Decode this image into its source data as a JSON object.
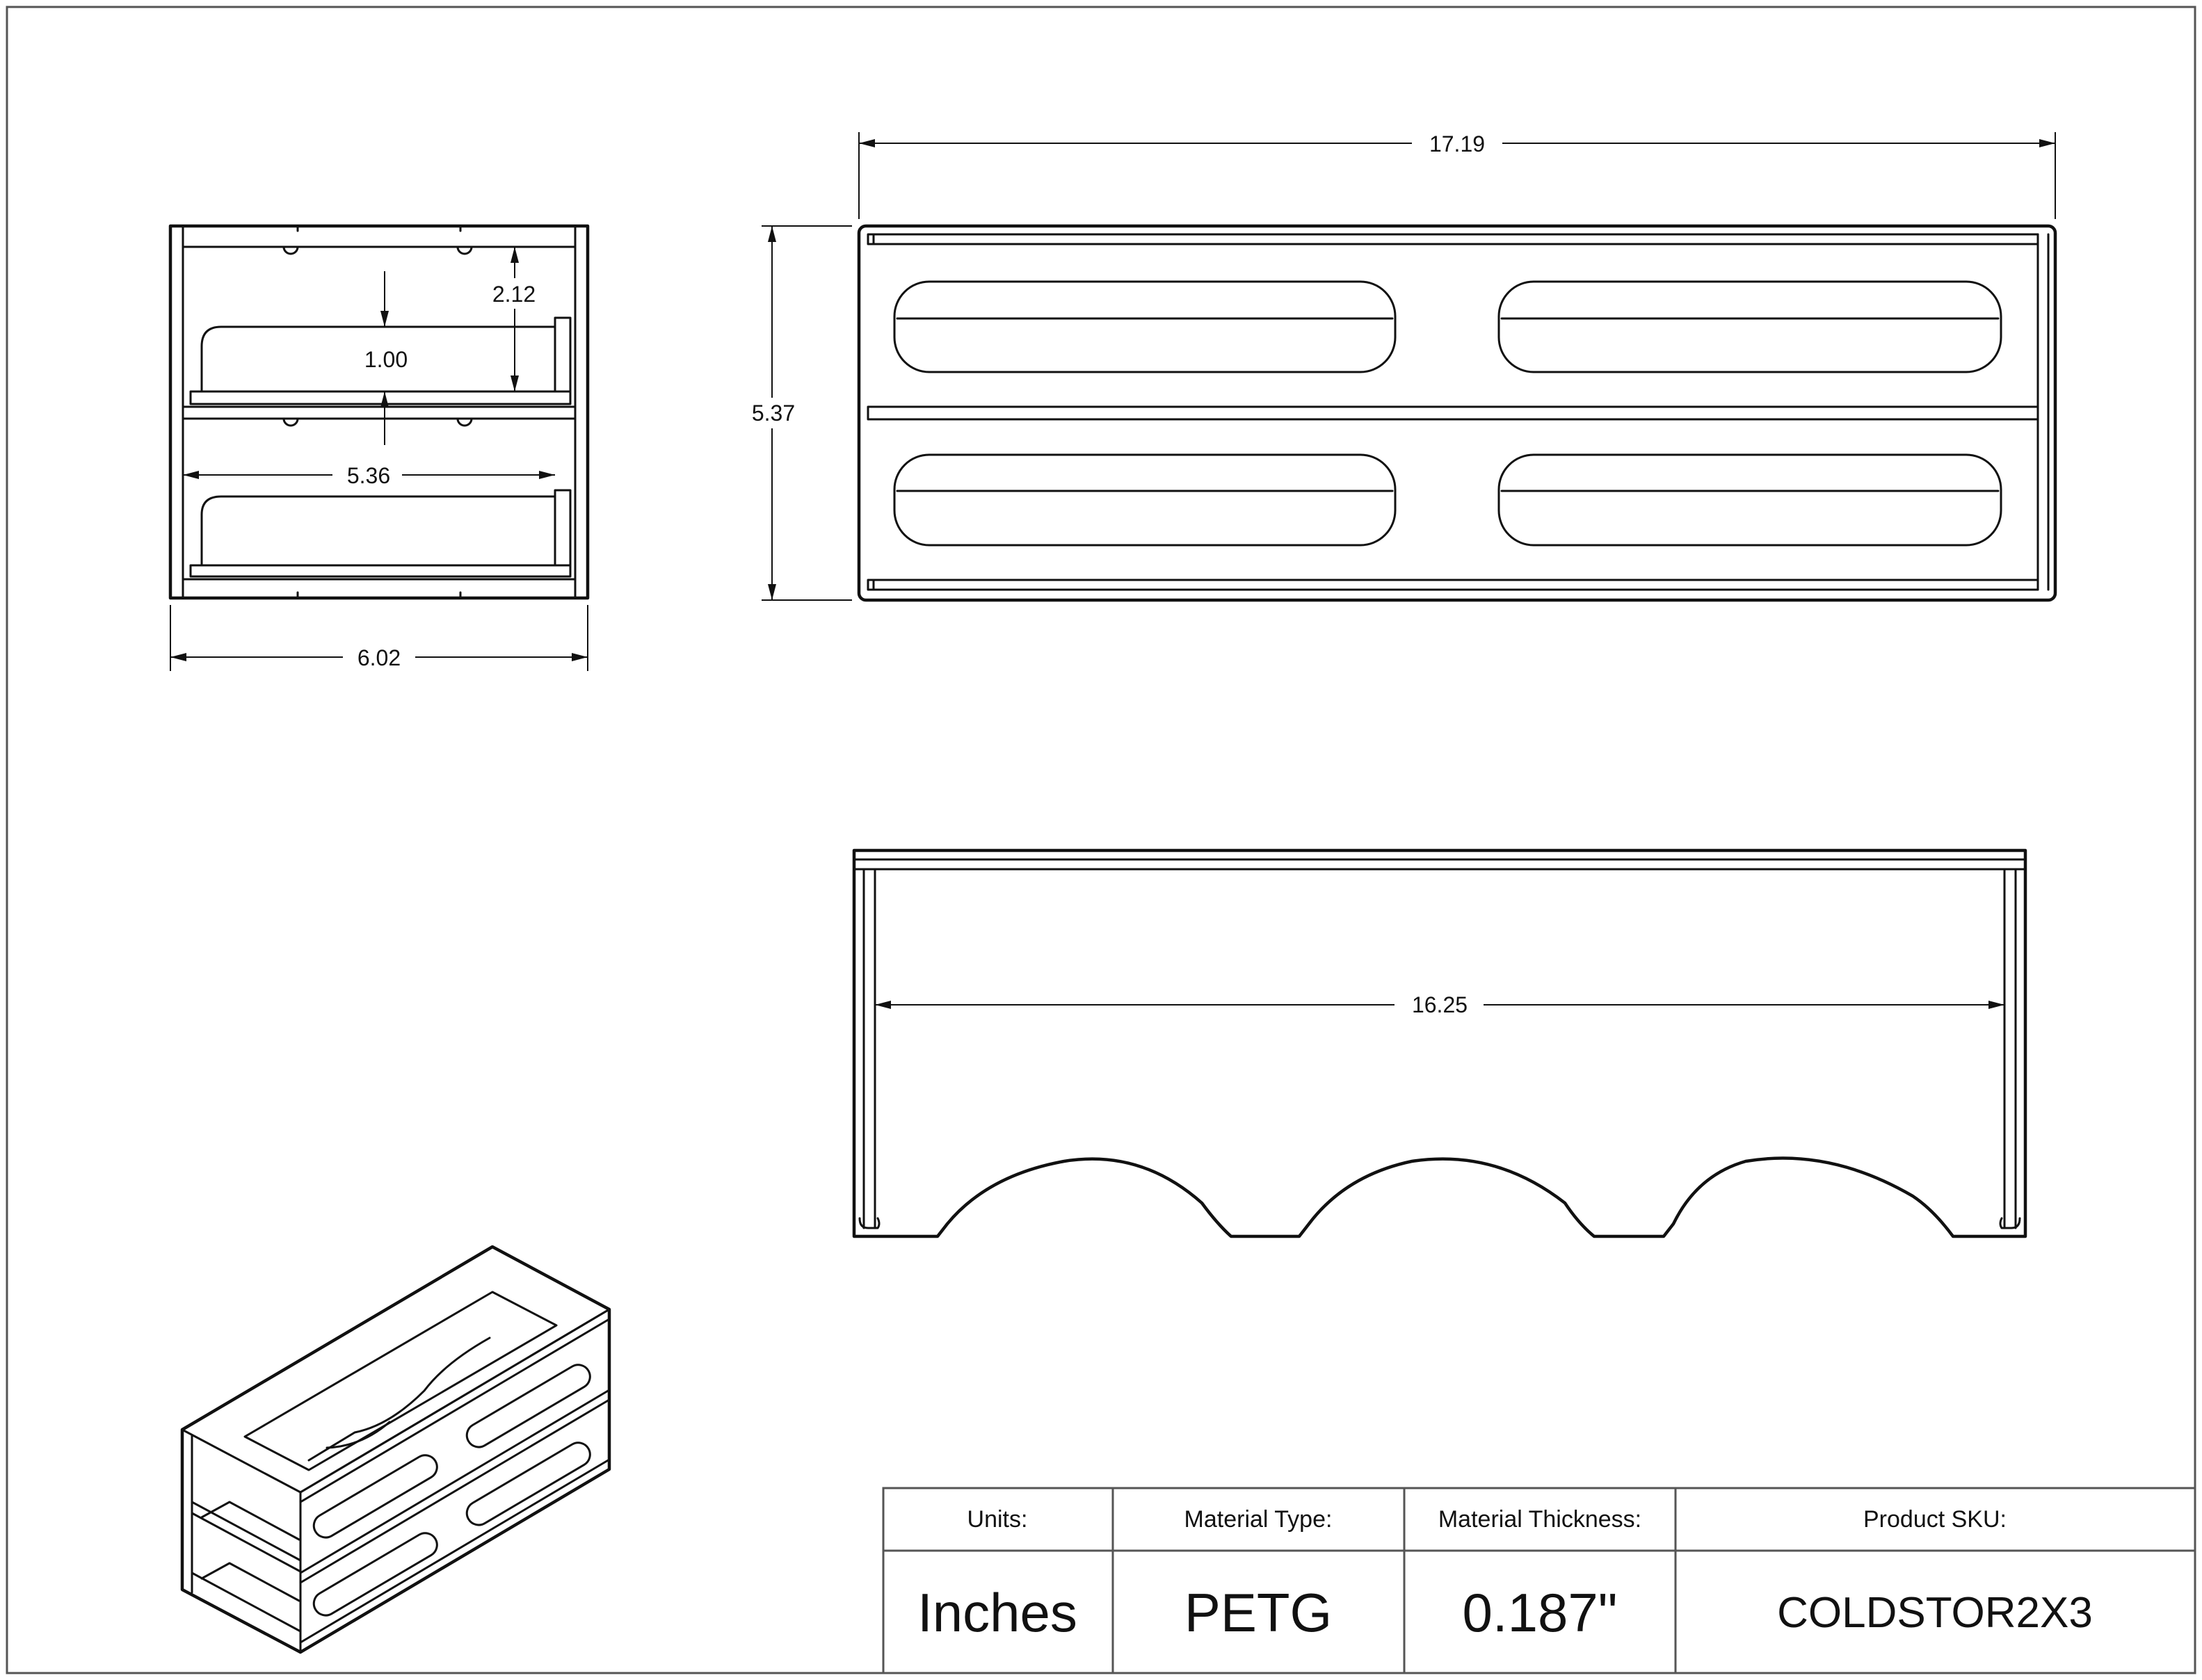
{
  "dimensions": {
    "front_top_gap": "2.12",
    "front_shelf_gap": "1.00",
    "front_inner_width": "5.36",
    "front_overall_width": "6.02",
    "top_overall_length": "17.19",
    "top_overall_depth": "5.37",
    "side_inner_length": "16.25"
  },
  "title_block": {
    "units_label": "Units:",
    "units_value": "Inches",
    "material_type_label": "Material Type:",
    "material_type_value": "PETG",
    "material_thickness_label": "Material Thickness:",
    "material_thickness_value": "0.187\"",
    "sku_label": "Product SKU:",
    "sku_value": "COLDSTOR2X3"
  }
}
